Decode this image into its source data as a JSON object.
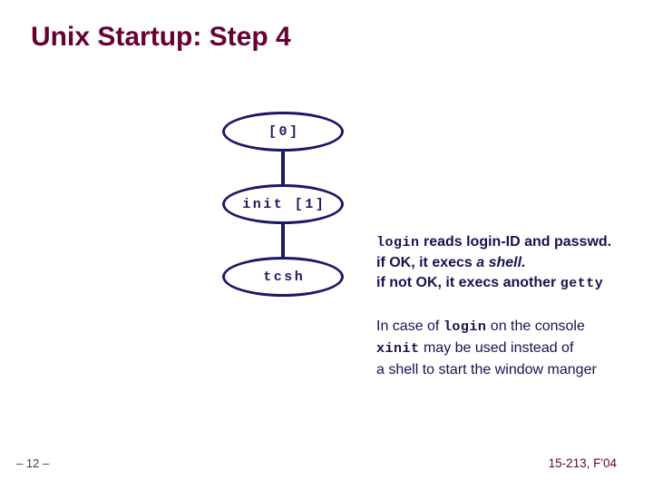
{
  "slide": {
    "title": "Unix Startup: Step 4",
    "footer_left": "– 12 –",
    "footer_right": "15-213, F'04"
  },
  "diagram": {
    "nodes": [
      {
        "id": "process-0",
        "label": "[0]",
        "shape": "ellipse"
      },
      {
        "id": "process-init",
        "label": "init [1]",
        "shape": "ellipse"
      },
      {
        "id": "process-tcsh",
        "label": "tcsh",
        "shape": "ellipse"
      }
    ],
    "edges": [
      {
        "from": "process-0",
        "to": "process-init"
      },
      {
        "from": "process-init",
        "to": "process-tcsh"
      }
    ]
  },
  "text_blocks": {
    "login_block": {
      "line1_mono": "login",
      "line1_rest": " reads login-ID and passwd.",
      "line2_pre": "if OK, it execs ",
      "line2_italic": "a shell.",
      "line3_pre": "if not OK, it execs another ",
      "line3_mono": "getty"
    },
    "console_block": {
      "line1_pre": "In case of ",
      "line1_mono": "login",
      "line1_post": " on the console",
      "line2_mono": "xinit",
      "line2_post": " may be used instead of",
      "line3": "a shell to start the window manger"
    }
  },
  "colors": {
    "maroon": "#660033",
    "navy": "#191966",
    "text-navy": "#14144f",
    "footer-gray": "#404040",
    "bg": "#ffffff"
  }
}
